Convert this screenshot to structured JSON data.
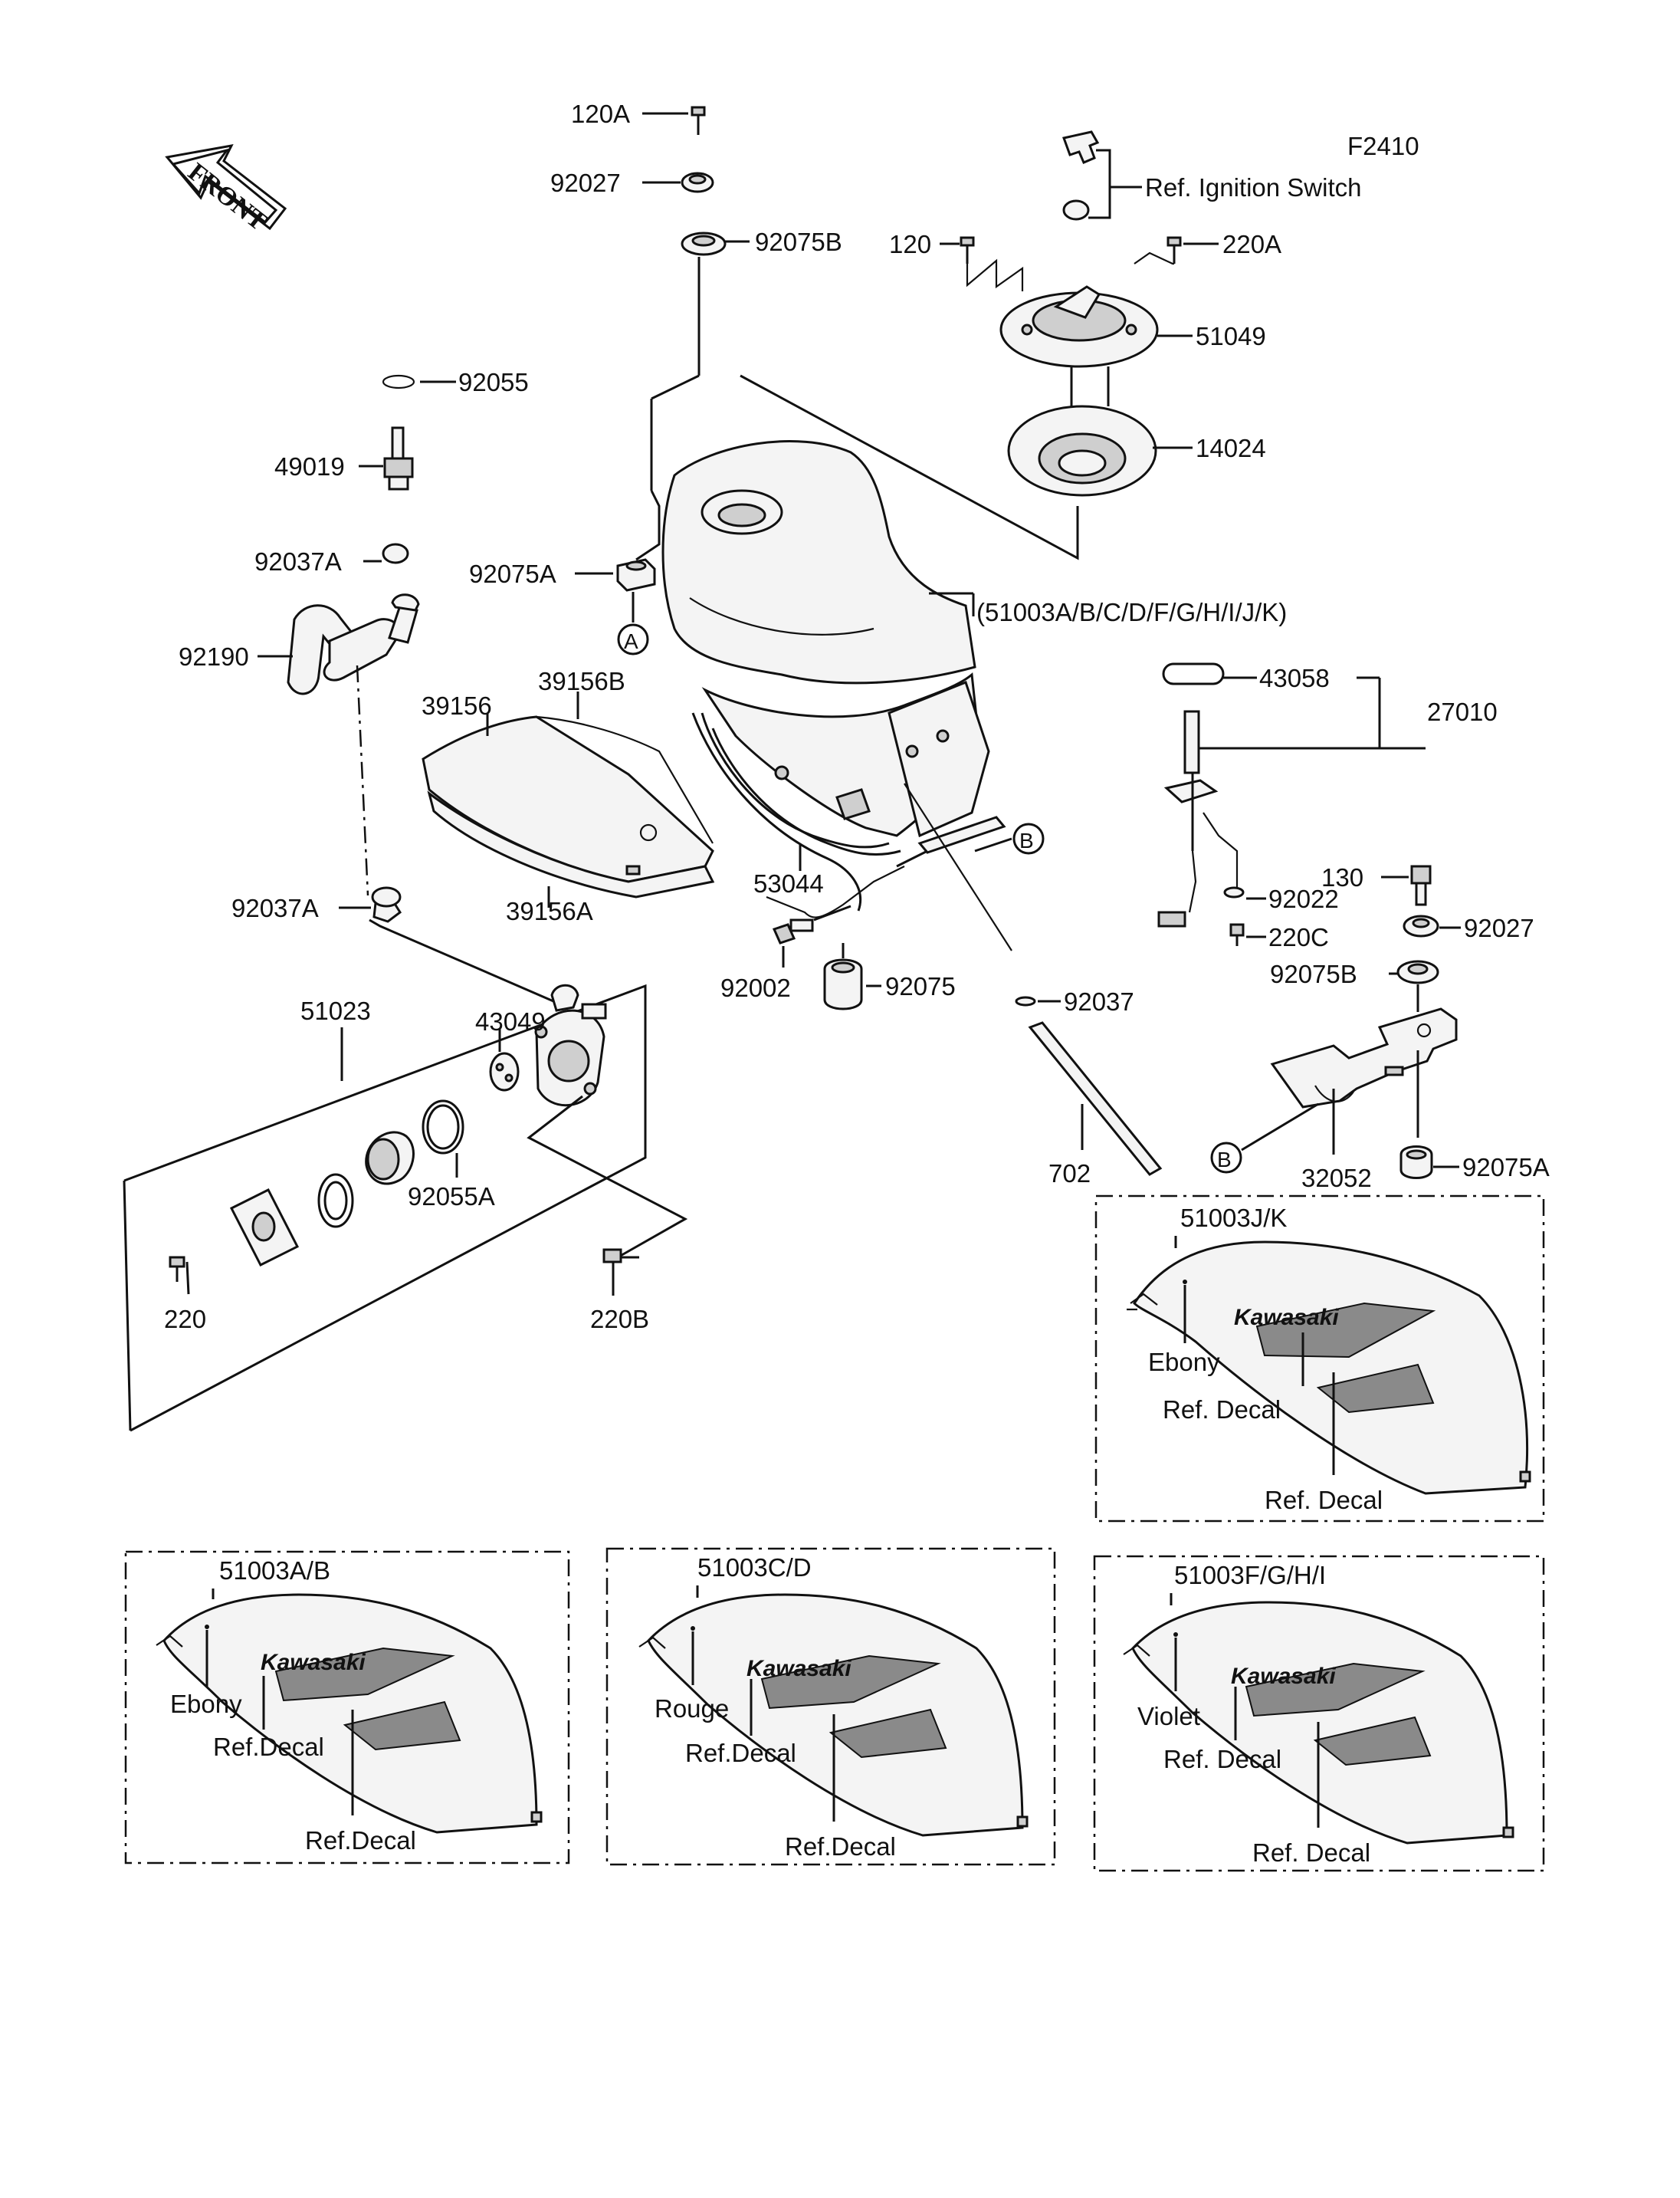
{
  "figure_code": "F2410",
  "front_label": "FRONT",
  "circle_marks": {
    "a": "A",
    "b": "B"
  },
  "brand": "Kawasaki",
  "parts": {
    "p120A": "120A",
    "p92027_top": "92027",
    "p92075B_top": "92075B",
    "ignition_ref": "Ref. Ignition Switch",
    "p120": "120",
    "p220A": "220A",
    "p51049": "51049",
    "p14024": "14024",
    "p92055": "92055",
    "p49019": "49019",
    "p92037A_top": "92037A",
    "p92075A_top": "92075A",
    "tank_main": "(51003A/B/C/D/F/G/H/I/J/K)",
    "p92190": "92190",
    "p39156": "39156",
    "p39156B": "39156B",
    "p39156A": "39156A",
    "p43058": "43058",
    "p27010": "27010",
    "p53044": "53044",
    "p130": "130",
    "p92022": "92022",
    "p92027_right": "92027",
    "p220C": "220C",
    "p92075B_right": "92075B",
    "p92037A_bot": "92037A",
    "p51023": "51023",
    "p43049": "43049",
    "p92002": "92002",
    "p92075": "92075",
    "p92037": "92037",
    "p92055A": "92055A",
    "p32052": "32052",
    "p92075A_right": "92075A",
    "p702": "702",
    "p220": "220",
    "p220B": "220B"
  },
  "variants": [
    {
      "code": "51003J/K",
      "color": "Ebony",
      "decal1": "Ref. Decal",
      "decal2": "Ref. Decal"
    },
    {
      "code": "51003A/B",
      "color": "Ebony",
      "decal1": "Ref.Decal",
      "decal2": "Ref.Decal"
    },
    {
      "code": "51003C/D",
      "color": "Rouge",
      "decal1": "Ref.Decal",
      "decal2": "Ref.Decal"
    },
    {
      "code": "51003F/G/H/I",
      "color": "Violet",
      "decal1": "Ref. Decal",
      "decal2": "Ref. Decal"
    }
  ]
}
